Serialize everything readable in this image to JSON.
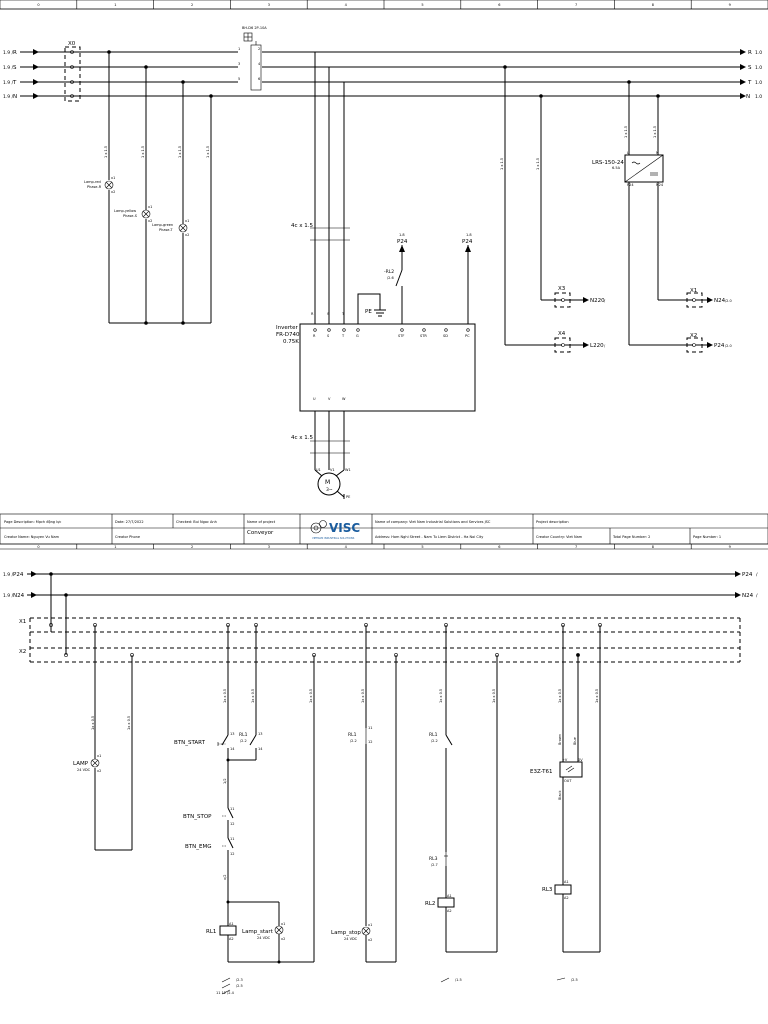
{
  "grid_columns": [
    "0",
    "1",
    "2",
    "3",
    "4",
    "5",
    "6",
    "7",
    "8",
    "9"
  ],
  "sheet1": {
    "breaker": "BH-D6 2P-10A",
    "rails_left": [
      {
        "ref": "1.9 /",
        "name": "R"
      },
      {
        "ref": "1.9 /",
        "name": "S"
      },
      {
        "ref": "1.9 /",
        "name": "T"
      },
      {
        "ref": "1.9 /",
        "name": "N"
      }
    ],
    "rails_right": [
      {
        "ref": "1.0",
        "name": "R"
      },
      {
        "ref": "1.0",
        "name": "S"
      },
      {
        "ref": "1.0",
        "name": "T"
      },
      {
        "ref": "1.0",
        "name": "N"
      }
    ],
    "terminal_x0": "X0",
    "breaker_pins": [
      "1",
      "3",
      "5",
      "2",
      "4",
      "6"
    ],
    "lamp_wires": [
      "1 x 1.5",
      "1 x 1.5",
      "1 x 1.5",
      "1 x 1.5"
    ],
    "lamps": [
      {
        "name": "Lamp-red",
        "phase": "Phase-R"
      },
      {
        "name": "Lamp-yellow",
        "phase": "Phase-S"
      },
      {
        "name": "Lamp-green",
        "phase": "Phase-T"
      }
    ],
    "lamp_pins": [
      "x1",
      "x2"
    ],
    "cable_in": "4c x 1.5",
    "cable_out": "4c x 1.5",
    "inverter": {
      "name": "Inverter",
      "model": "FR-D740",
      "power": "0.75K"
    },
    "inverter_in_labels": [
      "R",
      "S",
      "T",
      "G"
    ],
    "inverter_in_pins": [
      "R",
      "S",
      "T",
      "G"
    ],
    "inverter_ctrl_pins": [
      "STF",
      "STR",
      "SD",
      "PC"
    ],
    "inverter_out_labels": [
      "U",
      "V",
      "W"
    ],
    "inverter_out_pins": [
      "U",
      "V",
      "W"
    ],
    "pe_label": "PE",
    "rl2": {
      "name": "-RL2",
      "ref": "/2.6"
    },
    "p24_a": {
      "ref": "1.8",
      "name": "P24"
    },
    "p24_b": {
      "ref": "1.8",
      "name": "P24"
    },
    "motor": {
      "label": "M",
      "phase": "3~",
      "pins": [
        "U1",
        "V1",
        "W1"
      ],
      "pe": "PE"
    },
    "psu": {
      "name": "LRS-150-24",
      "current": "6.5A",
      "pins": [
        "L",
        "N",
        "P24",
        "N24"
      ]
    },
    "psu_wires": [
      "1 x 1.5",
      "1 x 1.5"
    ],
    "feed_wires": [
      "1 x 1.5",
      "1 x 1.5"
    ],
    "terminals_right": [
      {
        "name": "X3",
        "signal": "N220",
        "ref": "/"
      },
      {
        "name": "X4",
        "signal": "L220",
        "ref": "/"
      },
      {
        "name": "X1",
        "signal": "N24",
        "ref": "/2.0"
      },
      {
        "name": "X2",
        "signal": "P24",
        "ref": "/2.0"
      }
    ]
  },
  "title_block": {
    "page_desc": "Page Description: Mạch động lực",
    "date": "Date: 27/7/2022",
    "checked": "Checked: Bui Ngoc Anh",
    "project_name_label": "Name of project",
    "project_name": "Conveyor",
    "logo_text": "VISC",
    "logo_sub": "VIETNAM INDUSTRIAL SOLUTIONS",
    "company": "Name of company: Viet Nam Industrial Solutions and Services JSC",
    "project_desc": "Project description",
    "creator": "Creator Name: Nguyen Vu Nam",
    "creator_phone": "Creator Phone",
    "address": "Address: Hom Nghi Street - Nam Tu Liem District - Ha Noi City",
    "country": "Creator Country: Viet Nam",
    "total_pages": "Total Page Number: 2",
    "page_number": "Page Number: 1"
  },
  "sheet2": {
    "rails_left": [
      {
        "ref": "1.9 /",
        "name": "P24"
      },
      {
        "ref": "1.9 /",
        "name": "N24"
      }
    ],
    "rails_right": [
      {
        "ref": "/",
        "name": "P24"
      },
      {
        "ref": "/",
        "name": "N24"
      }
    ],
    "terminal_rows": [
      "X1",
      "X2"
    ],
    "wire_labels": [
      "1x x 0.5",
      "1x x 0.5",
      "1x x 0.5",
      "1x x 0.5",
      "1x x 0.5",
      "1x x 0.5",
      "1x x 0.5",
      "1x x 0.5",
      "1x x 0.5",
      "1x x 0.5"
    ],
    "lamp": {
      "name": "LAMP",
      "spec": "24 VDC",
      "pins": [
        "x1",
        "x2"
      ]
    },
    "btn_start": {
      "name": "BTN_START",
      "pins": [
        "13",
        "14"
      ]
    },
    "btn_stop": {
      "name": "BTN_STOP",
      "pins": [
        "11",
        "12"
      ]
    },
    "btn_emg": {
      "name": "BTN_EMG",
      "pins": [
        "11",
        "12"
      ]
    },
    "rl1_contact1": {
      "name": "RL1",
      "ref": "/2.2",
      "pins": [
        "13",
        "14"
      ]
    },
    "rl1_contact2": {
      "name": "RL1",
      "ref": "/2.2",
      "pins": [
        "11",
        "12"
      ]
    },
    "rl1_contact3": {
      "name": "RL1",
      "ref": "/2.2"
    },
    "rl3_contact": {
      "name": "RL3",
      "ref": "/2.7"
    },
    "sensor": {
      "name": "E3Z-T61",
      "pins": [
        "Brown",
        "Blue",
        "Black"
      ],
      "terms": [
        "+V",
        "0V",
        "OUT"
      ]
    },
    "rl1_coil": {
      "name": "RL1",
      "pins": [
        "A1",
        "A2"
      ]
    },
    "lamp_start": {
      "name": "Lamp_start",
      "spec": "24 VDC",
      "pins": [
        "x1",
        "x2"
      ]
    },
    "lamp_stop": {
      "name": "Lamp_stop",
      "spec": "24 VDC",
      "pins": [
        "x1",
        "x2"
      ]
    },
    "rl2_coil": {
      "name": "RL2",
      "pins": [
        "A1",
        "A2"
      ]
    },
    "rl3_coil": {
      "name": "RL3",
      "pins": [
        "A1",
        "A2"
      ]
    },
    "xref_rl1": [
      "/2.3",
      "/2.5",
      "11 12 /2.4"
    ],
    "xref_rl2": "/1.5",
    "xref_rl3": "/2.5",
    "node_labels": [
      "1/2",
      "x/2"
    ]
  }
}
